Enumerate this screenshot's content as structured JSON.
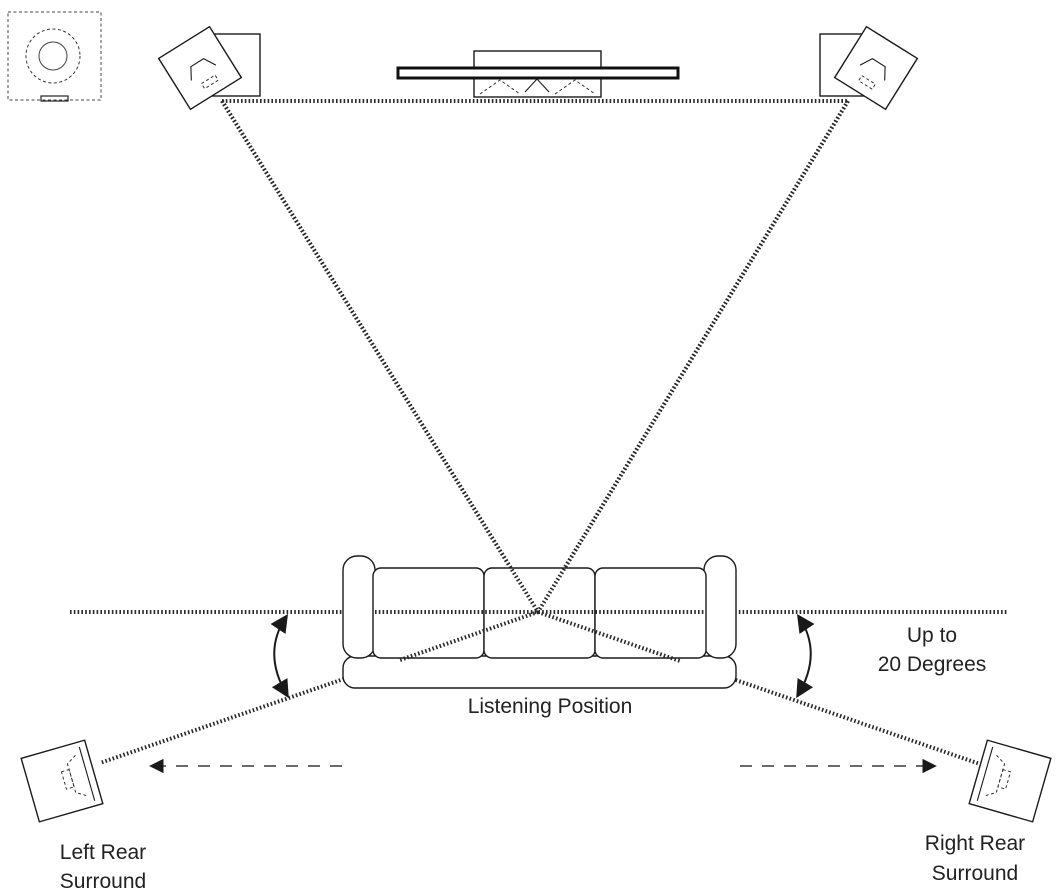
{
  "labels": {
    "listening_position": "Listening Position",
    "angle_note_line1": "Up to",
    "angle_note_line2": "20 Degrees",
    "left_rear_line1": "Left Rear",
    "left_rear_line2": "Surround",
    "right_rear_line1": "Right Rear",
    "right_rear_line2": "Surround"
  },
  "colors": {
    "line": "#1a1a1a",
    "background": "#ffffff"
  }
}
